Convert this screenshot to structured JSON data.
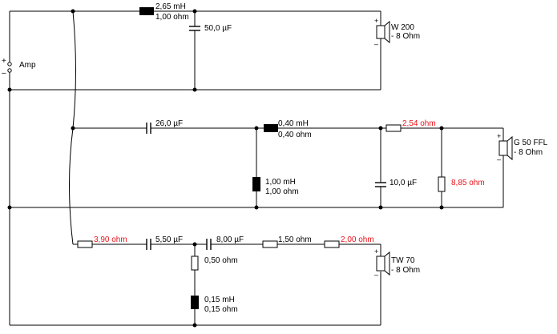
{
  "amp": {
    "label": "Amp",
    "plus": "+",
    "minus": "–"
  },
  "speakers": {
    "w200": {
      "name": "W 200",
      "impedance": "- 8 Ohm",
      "plus": "+",
      "minus": "–"
    },
    "g50": {
      "name": "G 50 FFL",
      "impedance": "- 8 Ohm",
      "plus": "+",
      "minus": "–"
    },
    "tw70": {
      "name": "TW 70",
      "impedance": "- 8 Ohm",
      "plus": "+",
      "minus": "–"
    }
  },
  "components": {
    "l1": {
      "value": "2,65 mH",
      "resistance": "1,00 ohm"
    },
    "c1": {
      "value": "50,0 µF"
    },
    "c2": {
      "value": "26,0 µF"
    },
    "l2": {
      "value": "0,40 mH",
      "resistance": "0,40 ohm"
    },
    "l3": {
      "value": "1,00 mH",
      "resistance": "1,00 ohm"
    },
    "r1": {
      "value": "2,54 ohm"
    },
    "c3": {
      "value": "10,0 µF"
    },
    "r2": {
      "value": "8,85 ohm"
    },
    "r3": {
      "value": "3,90 ohm"
    },
    "c4": {
      "value": "5,50 µF"
    },
    "c5": {
      "value": "8,00 µF"
    },
    "r4": {
      "value": "1,50 ohm"
    },
    "r5": {
      "value": "2,00 ohm"
    },
    "r6": {
      "value": "0,50 ohm"
    },
    "l4": {
      "value": "0,15 mH",
      "resistance": "0,15 ohm"
    }
  },
  "colors": {
    "wire": "#000000",
    "label": "#000000",
    "highlight": "#e8141b"
  }
}
